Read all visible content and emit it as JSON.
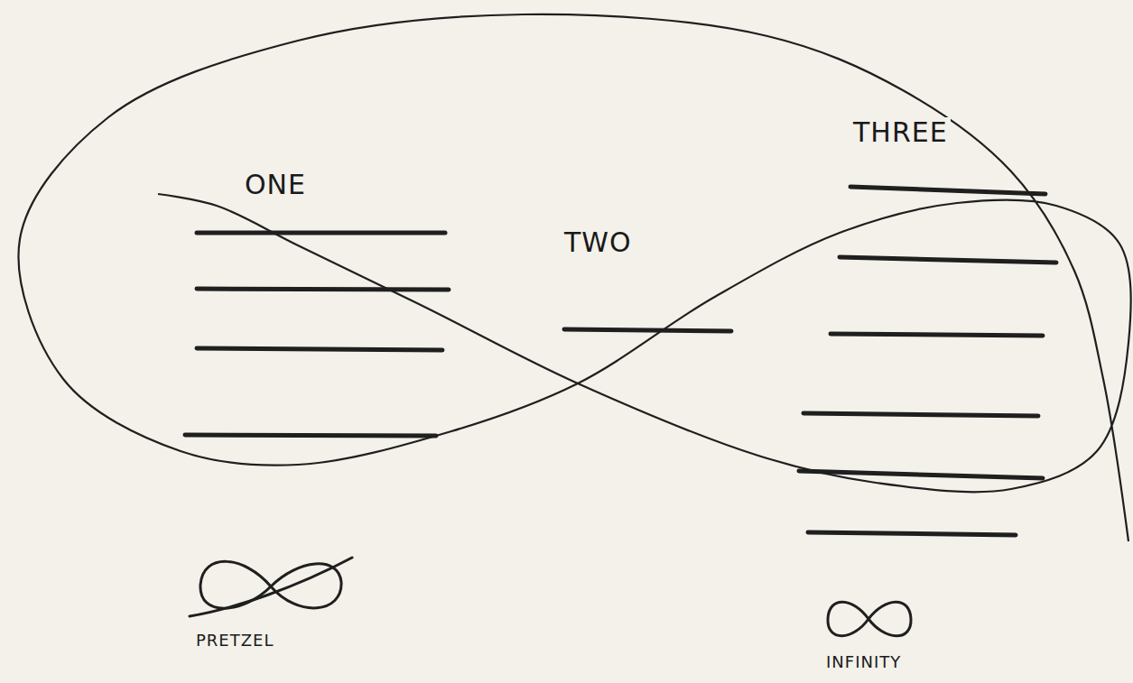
{
  "diagram": {
    "labels": [
      "ONE",
      "TWO",
      "THREE",
      "PRETZEL",
      "INFINITY"
    ]
  }
}
